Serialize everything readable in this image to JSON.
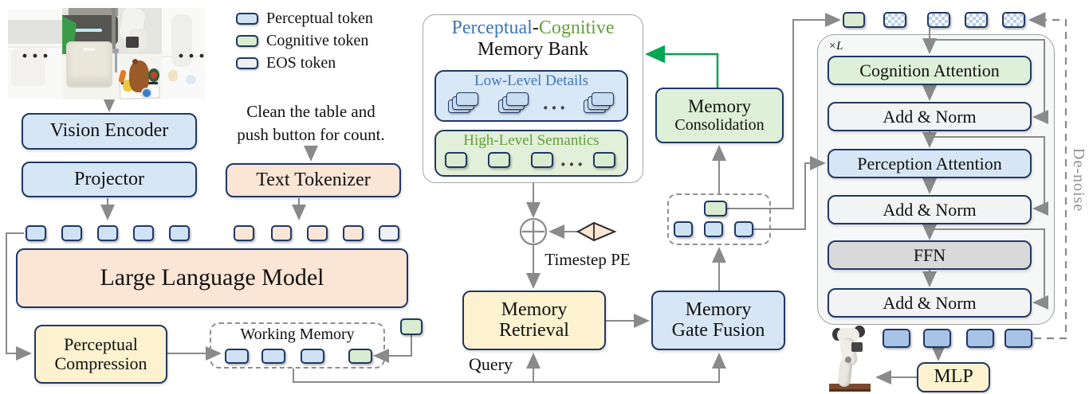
{
  "legend": {
    "items": [
      {
        "label": "Perceptual token"
      },
      {
        "label": "Cognitive token"
      },
      {
        "label": "EOS token"
      }
    ]
  },
  "inputs": {
    "ellipsis": "···",
    "instruction": {
      "line1": "Clean the table and",
      "line2": "push button for count."
    }
  },
  "blocks": {
    "vision_encoder": "Vision Encoder",
    "projector": "Projector",
    "text_tokenizer": "Text Tokenizer",
    "llm": "Large Language Model",
    "perceptual_compression": {
      "line1": "Perceptual",
      "line2": "Compression"
    },
    "memory_retrieval": {
      "line1": "Memory",
      "line2": "Retrieval"
    },
    "memory_gate_fusion": {
      "line1": "Memory",
      "line2": "Gate Fusion"
    },
    "memory_consolidation": {
      "line1": "Memory",
      "line2": "Consolidation"
    },
    "mlp": "MLP"
  },
  "working_memory": {
    "title": "Working Memory"
  },
  "query_label": "Query",
  "timestep_pe_label": "Timestep PE",
  "memory_bank": {
    "title_perceptual": "Perceptual",
    "title_sep": "-",
    "title_cognitive": "Cognitive",
    "title_line2": "Memory Bank",
    "low_level_label": "Low-Level Details",
    "high_level_label": "High-Level Semantics",
    "ellipsis": "···"
  },
  "transformer": {
    "repeat_label": "×L",
    "cognition_attention": "Cognition Attention",
    "add_norm_1": "Add & Norm",
    "perception_attention": "Perception Attention",
    "add_norm_2": "Add & Norm",
    "ffn": "FFN",
    "add_norm_3": "Add & Norm",
    "denoise_label": "De-noise"
  },
  "token_counts": {
    "llm_perceptual": 5,
    "llm_text": 4,
    "llm_eos": 1,
    "working_memory_perceptual": 3,
    "working_memory_cognitive": 1,
    "fused_cognitive": 1,
    "fused_perceptual": 3,
    "transformer_input_cognitive": 1,
    "transformer_input_noise": 4,
    "action_tokens": 4,
    "memory_bank_detail_stacks": 3,
    "memory_bank_semantic_tokens": 4
  },
  "colors": {
    "perceptual_token": "#cfe2f4",
    "cognitive_token": "#d9ecd0",
    "eos_token": "#eef0f1",
    "text_token": "#fbe5d5",
    "action_token": "#a7c3e8",
    "border_navy": "#1f3864",
    "arrow_grey": "#8a8a8a",
    "consolidation_arrow_green": "#00a651",
    "title_blue": "#3e76b5",
    "title_green": "#63a03c",
    "yellow_box": "#fdf2cf",
    "orange_box": "#fbe5d5",
    "blue_box": "#d7e6f5",
    "green_box": "#def0d7",
    "ffn_grey": "#d9d9d9",
    "addnorm_grey": "#f2f3f4"
  }
}
